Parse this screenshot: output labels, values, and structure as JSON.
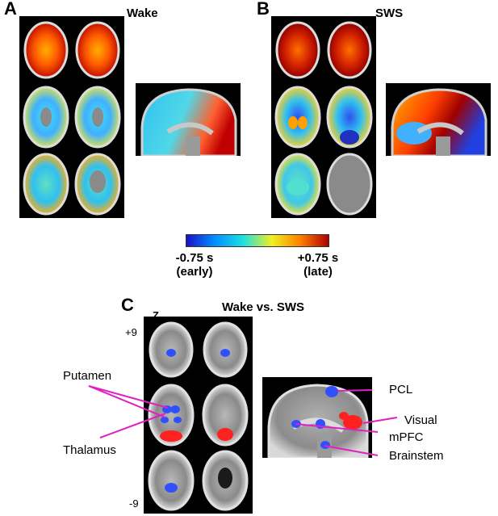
{
  "panels": {
    "A": {
      "letter": "A",
      "condition": "Wake"
    },
    "B": {
      "letter": "B",
      "condition": "SWS"
    },
    "C": {
      "letter": "C",
      "condition": "Wake vs. SWS"
    }
  },
  "latency_colorbar": {
    "min_value": "-0.75 s",
    "min_note": "(early)",
    "max_value": "+0.75 s",
    "max_note": "(late)",
    "colors": [
      "#1a10c8",
      "#0090ff",
      "#20e0e0",
      "#f0f020",
      "#ff8000",
      "#b00000"
    ]
  },
  "z_colorbar": {
    "title": "Z",
    "max": "+9",
    "min": "-9",
    "colors": [
      "#ff3030",
      "#ff9a9a",
      "#e9d8e2",
      "#a0b8ff",
      "#3070ff"
    ]
  },
  "regions": {
    "putamen": "Putamen",
    "thalamus": "Thalamus",
    "pcl": "PCL",
    "visual": "Visual",
    "mpfc": "mPFC",
    "brainstem": "Brainstem"
  },
  "colors": {
    "annotation": "#e020c0",
    "text": "#000000"
  }
}
